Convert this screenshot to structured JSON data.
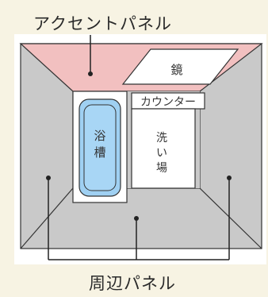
{
  "labels": {
    "accent_panel": "アクセントパネル",
    "surround_panel": "周辺パネル",
    "mirror": "鏡",
    "counter": "カウンター",
    "bathtub_line1": "浴",
    "bathtub_line2": "槽",
    "washing_line1": "洗",
    "washing_line2": "い",
    "washing_line3": "場"
  },
  "colors": {
    "accent_panel": "#f2c0c0",
    "surround_panel": "#c9c9c9",
    "bathtub": "#9fd0f2",
    "background": "#f7f3e3"
  }
}
